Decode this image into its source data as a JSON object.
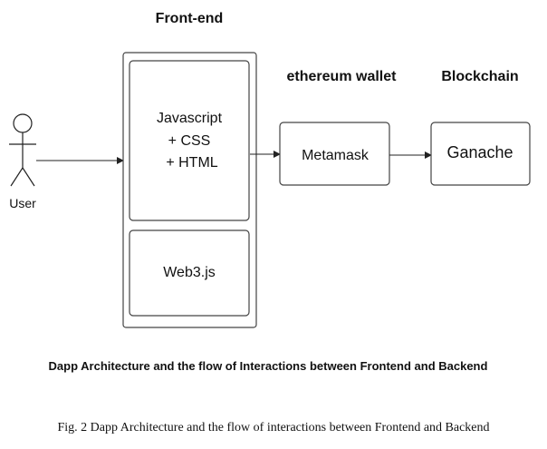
{
  "headers": {
    "frontend": "Front-end",
    "wallet": "ethereum wallet",
    "blockchain": "Blockchain"
  },
  "actor": {
    "label": "User"
  },
  "frontend_box": {
    "top_lines": [
      "Javascript",
      "+ CSS",
      "+ HTML"
    ],
    "bottom_label": "Web3.js"
  },
  "wallet_box": {
    "label": "Metamask"
  },
  "chain_box": {
    "label": "Ganache"
  },
  "captions": {
    "bold": "Dapp Architecture and the flow of Interactions between Frontend and Backend",
    "figure": "Fig. 2  Dapp Architecture and the flow of interactions between Frontend and Backend"
  }
}
